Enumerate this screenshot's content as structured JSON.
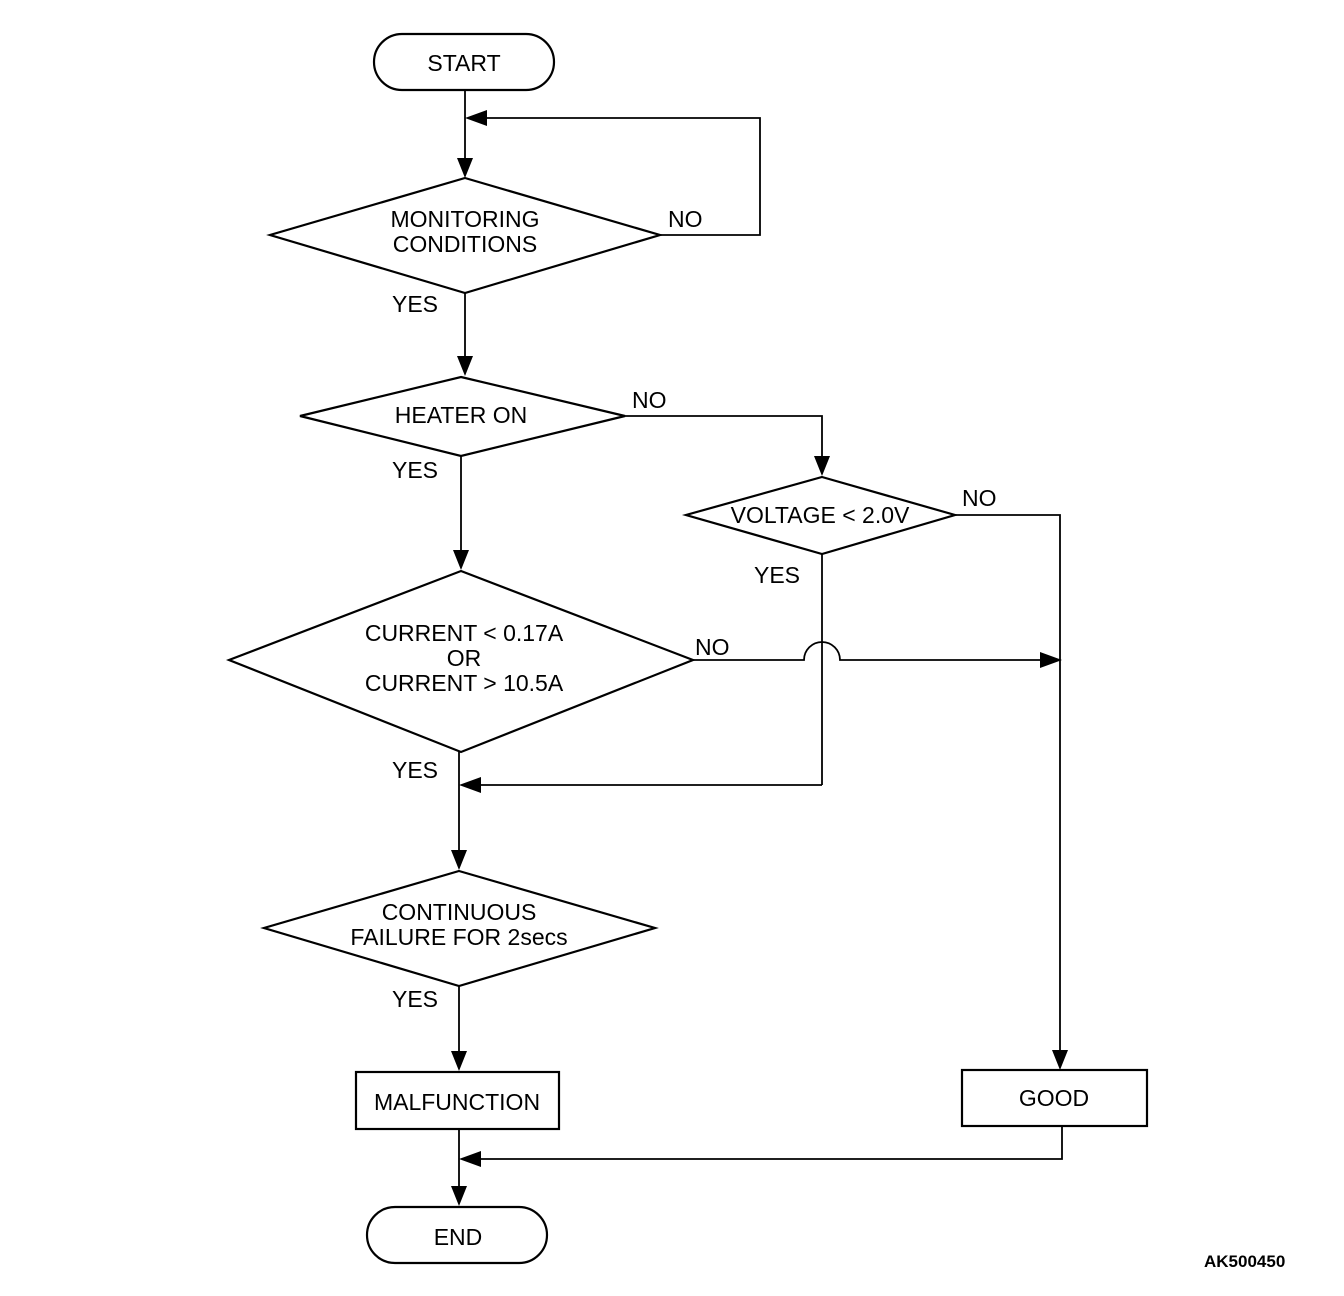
{
  "nodes": {
    "start": {
      "label": "START"
    },
    "monitoring": {
      "line1": "MONITORING",
      "line2": "CONDITIONS"
    },
    "heater": {
      "label": "HEATER ON"
    },
    "voltage": {
      "label": "VOLTAGE < 2.0V"
    },
    "current": {
      "line1": "CURRENT < 0.17A",
      "line2": "OR",
      "line3": "CURRENT > 10.5A"
    },
    "continuous": {
      "line1": "CONTINUOUS",
      "line2": "FAILURE FOR 2secs"
    },
    "malfunction": {
      "label": "MALFUNCTION"
    },
    "good": {
      "label": "GOOD"
    },
    "end": {
      "label": "END"
    }
  },
  "branch_labels": {
    "monitoring_no": "NO",
    "monitoring_yes": "YES",
    "heater_no": "NO",
    "heater_yes": "YES",
    "voltage_no": "NO",
    "voltage_yes": "YES",
    "current_no": "NO",
    "current_yes": "YES",
    "continuous_yes": "YES"
  },
  "figure_code": "AK500450"
}
